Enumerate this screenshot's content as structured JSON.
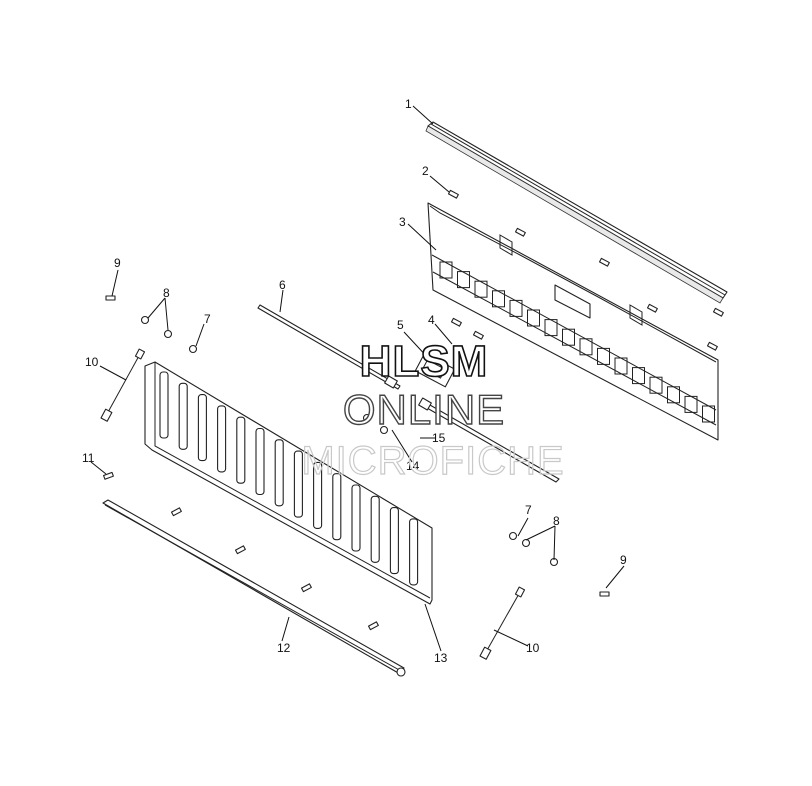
{
  "callouts": {
    "c1": "1",
    "c2": "2",
    "c3": "3",
    "c4": "4",
    "c5": "5",
    "c6": "6",
    "c7a": "7",
    "c7b": "7",
    "c8a": "8",
    "c8b": "8",
    "c9a": "9",
    "c9b": "9",
    "c10a": "10",
    "c10b": "10",
    "c11": "11",
    "c12": "12",
    "c13": "13",
    "c14": "14",
    "c15": "15"
  },
  "watermark": {
    "line1": "HLSM",
    "line2": "ONLINE",
    "line3": "MICROFICHE"
  }
}
